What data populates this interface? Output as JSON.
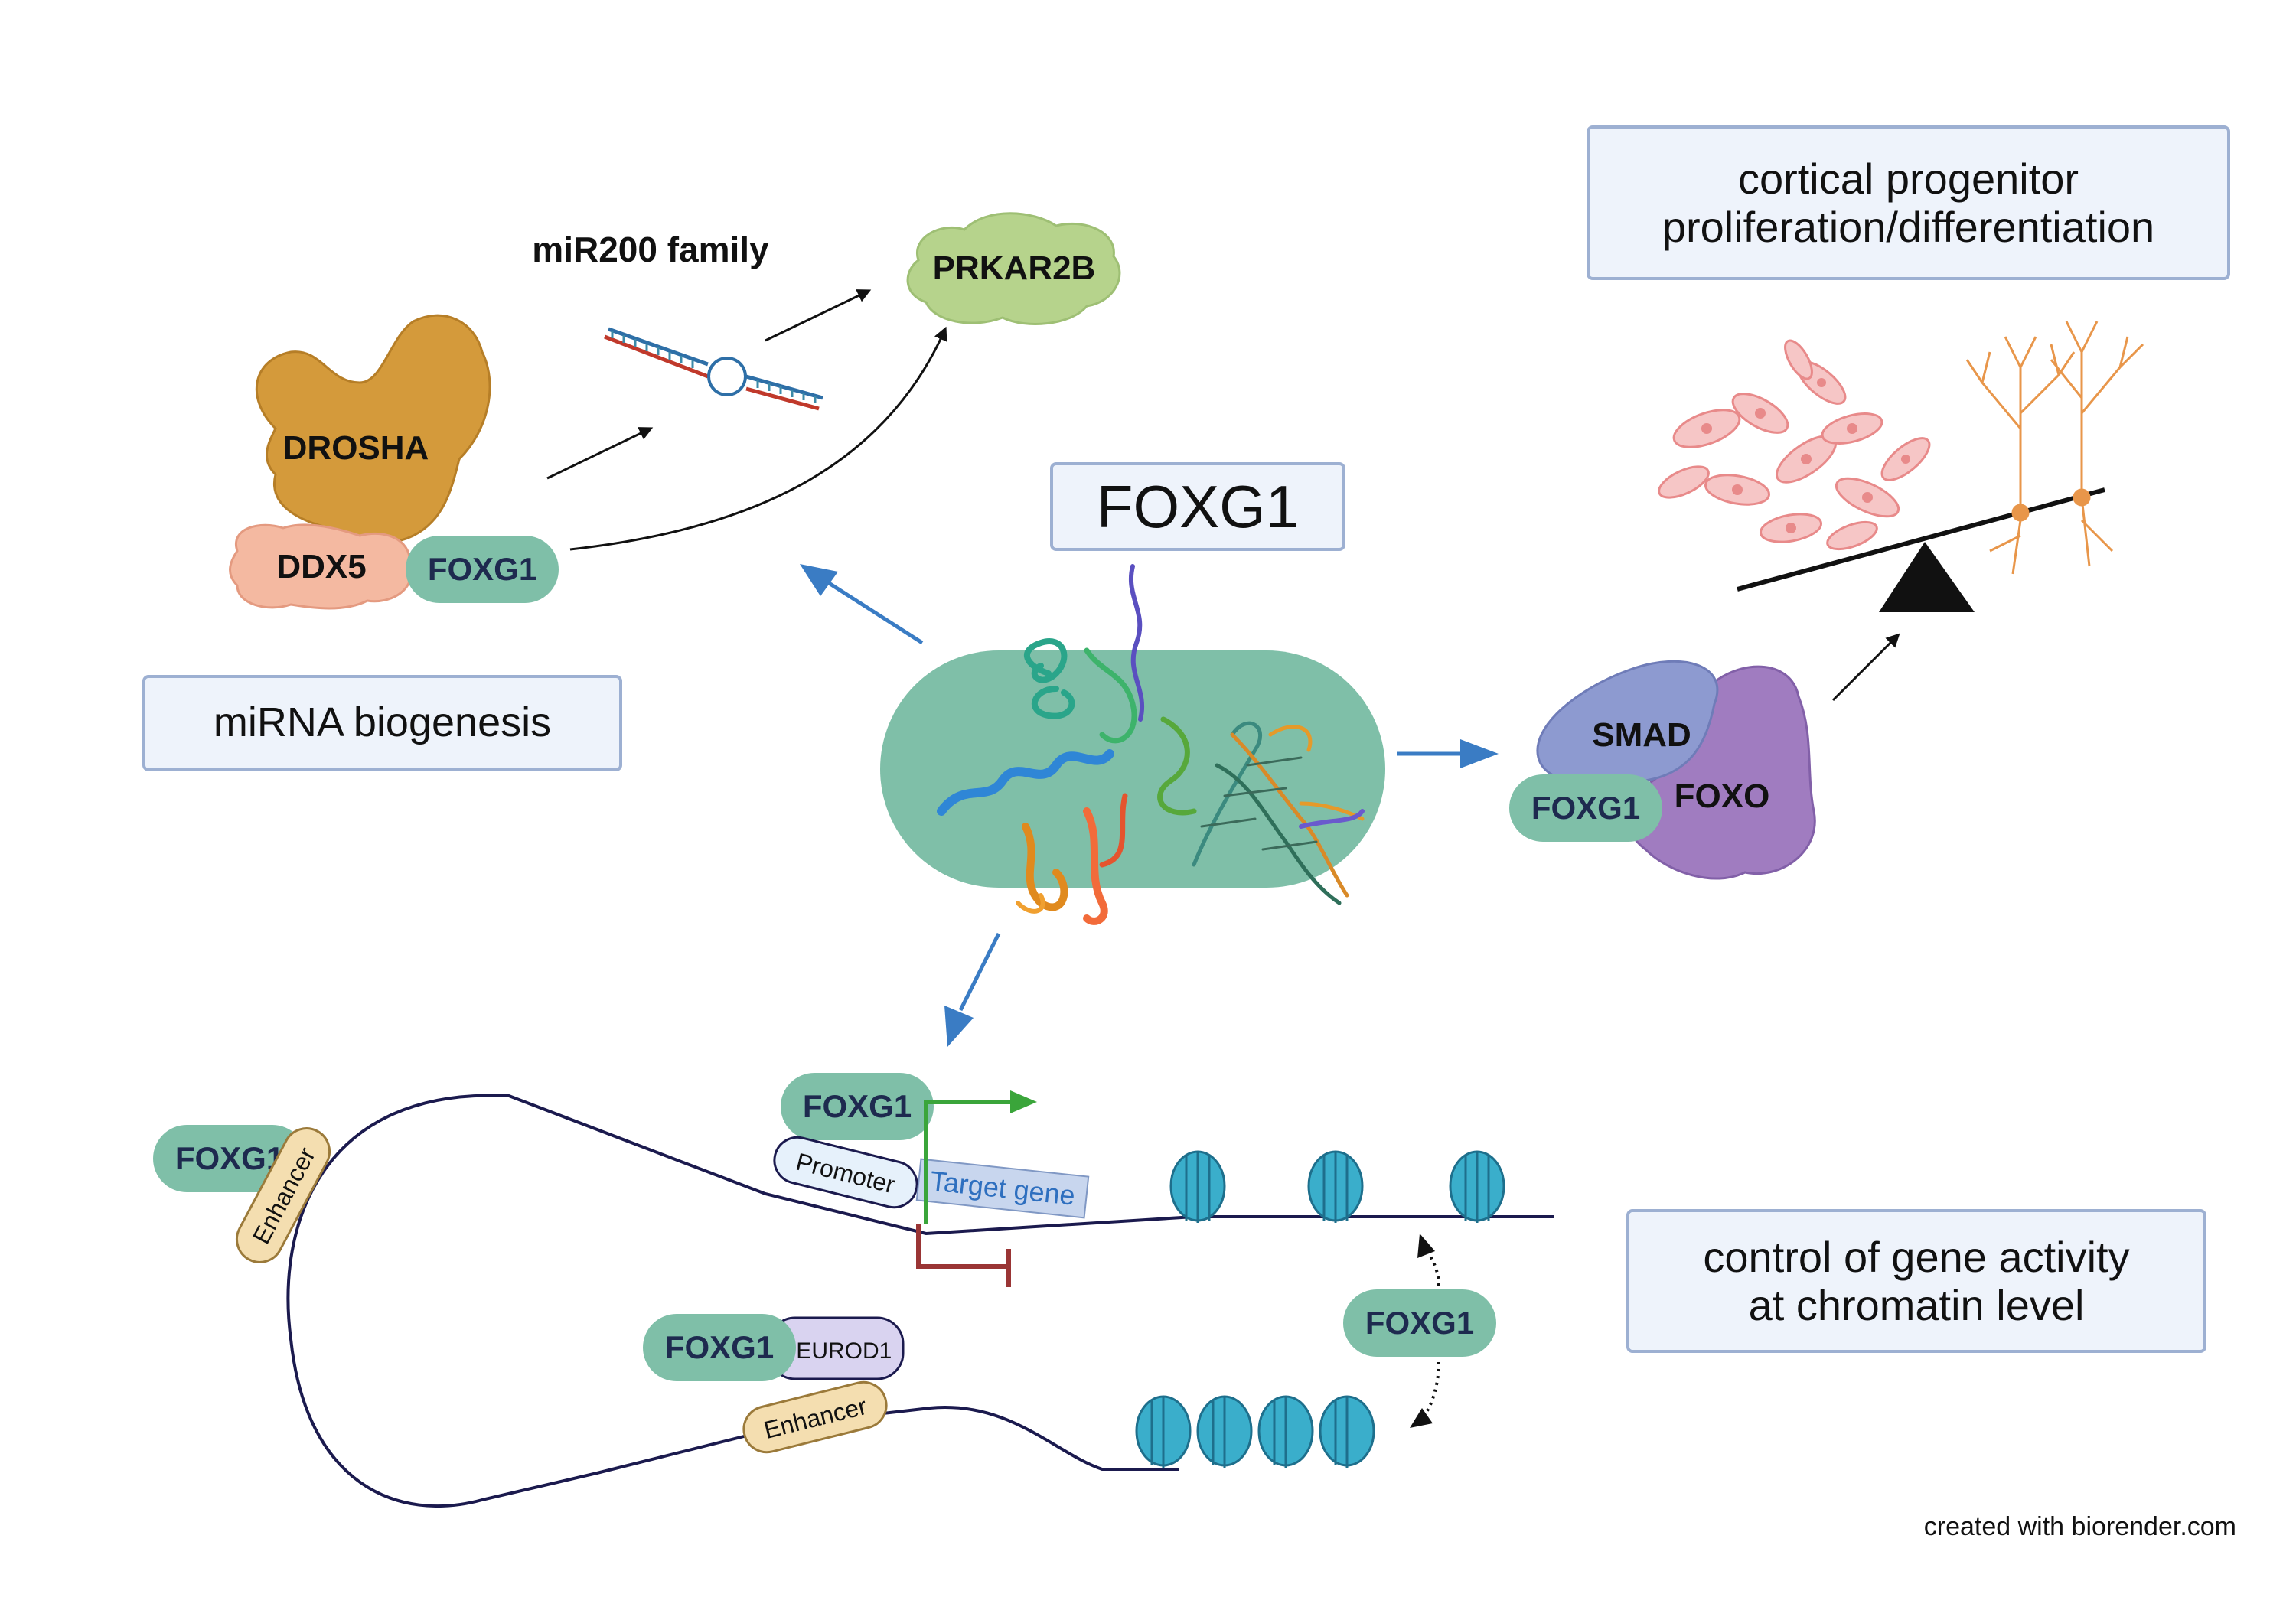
{
  "title": "FOXG1",
  "boxes": {
    "mirna": "miRNA biogenesis",
    "cortical": "cortical progenitor\nproliferation/differentiation",
    "chromatin": "control of gene activity\nat chromatin level"
  },
  "labels": {
    "mir200": "miR200 family",
    "prkar2b": "PRKAR2B",
    "drosha": "DROSHA",
    "ddx5": "DDX5",
    "foxg1": "FOXG1",
    "smad": "SMAD",
    "foxo": "FOXO",
    "promoter": "Promoter",
    "target_gene": "Target gene",
    "enhancer": "Enhancer",
    "neurod1": "NEUROD1"
  },
  "credit": "created with biorender.com",
  "colors": {
    "foxg1": "#7fbfa8",
    "foxg1_text": "#1e2a4f",
    "drosha": "#d49a3b",
    "ddx5": "#f4b9a1",
    "prkar2b": "#b6d38c",
    "smad": "#8d9ad0",
    "foxo": "#a07cc0",
    "arrow_blue": "#3a7cc4",
    "nucleosome": "#3aaecb",
    "dna": "#1b1a4e",
    "activation": "#3aa53a",
    "repression": "#9a3535",
    "box_border": "#9db0d2",
    "box_fill": "#eef3fb"
  },
  "icons": [
    "foxg1-protein-dna-structure",
    "mirna-hairpin",
    "balance-scale",
    "progenitor-cells",
    "neurons",
    "nucleosome"
  ]
}
